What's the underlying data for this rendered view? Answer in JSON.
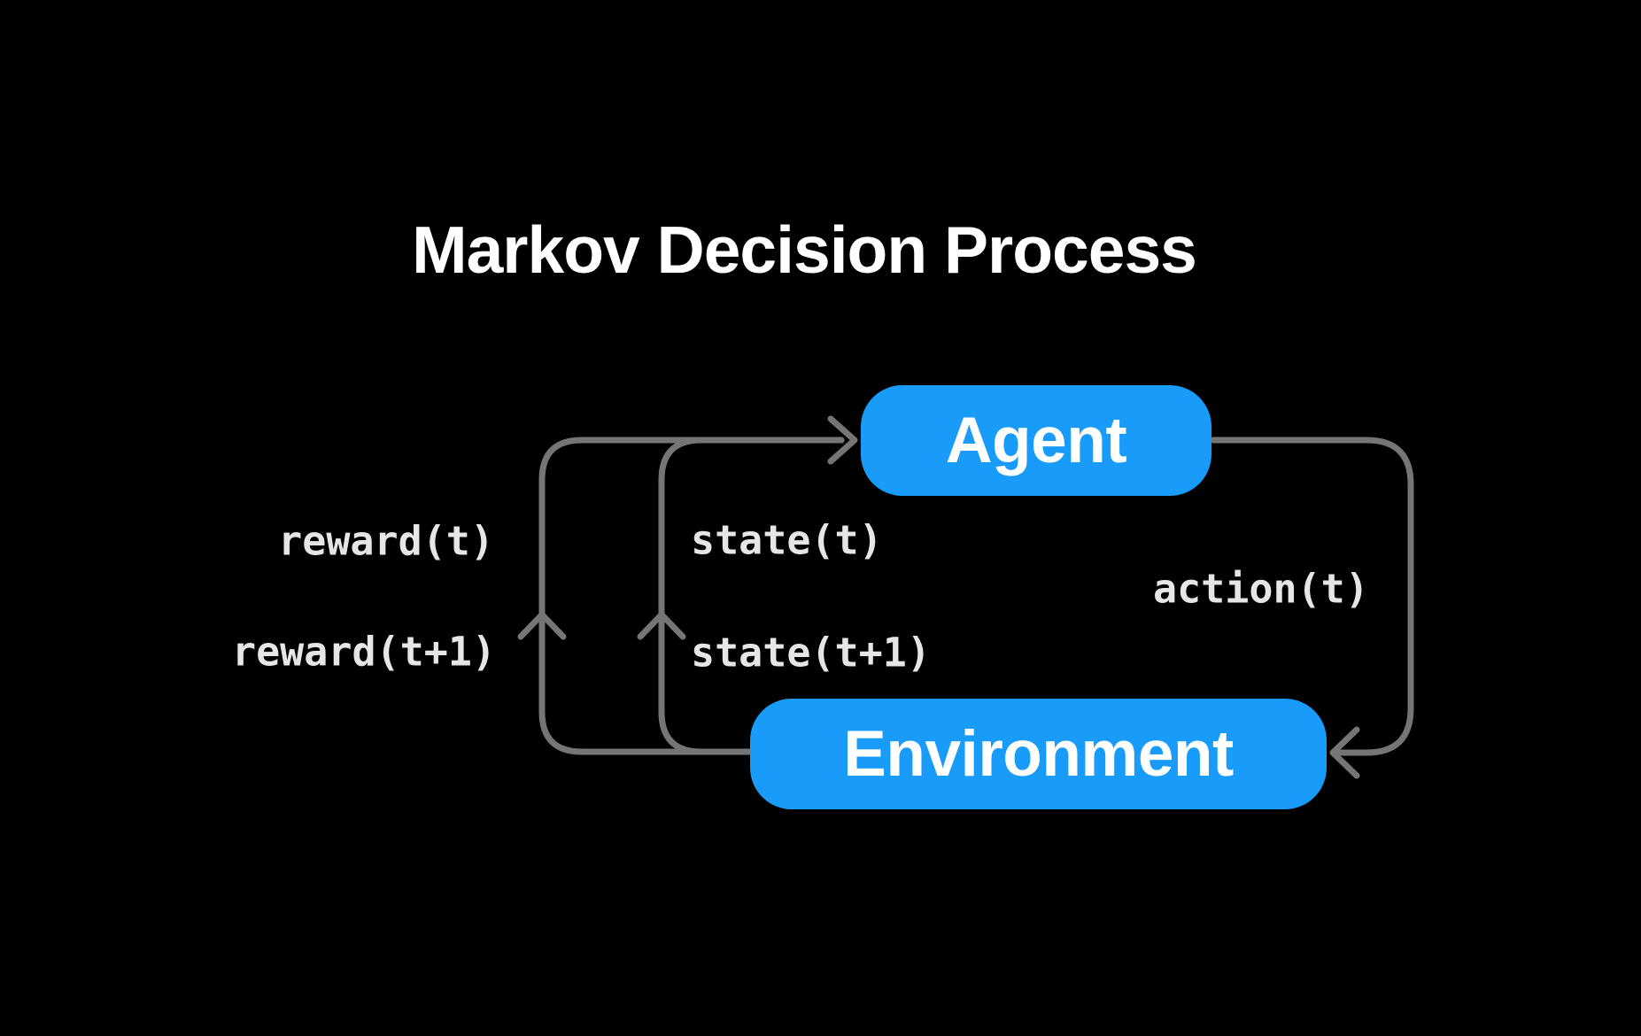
{
  "title": "Markov Decision Process",
  "nodes": {
    "agent": "Agent",
    "environment": "Environment"
  },
  "edges": {
    "reward_t": "reward(t)",
    "reward_t1": "reward(t+1)",
    "state_t": "state(t)",
    "state_t1": "state(t+1)",
    "action_t": "action(t)"
  },
  "colors": {
    "background": "#000000",
    "node-fill": "#189bf9",
    "node-text": "#ffffff",
    "line": "#757575",
    "label-text": "#e6e6e6",
    "title-text": "#ffffff"
  }
}
